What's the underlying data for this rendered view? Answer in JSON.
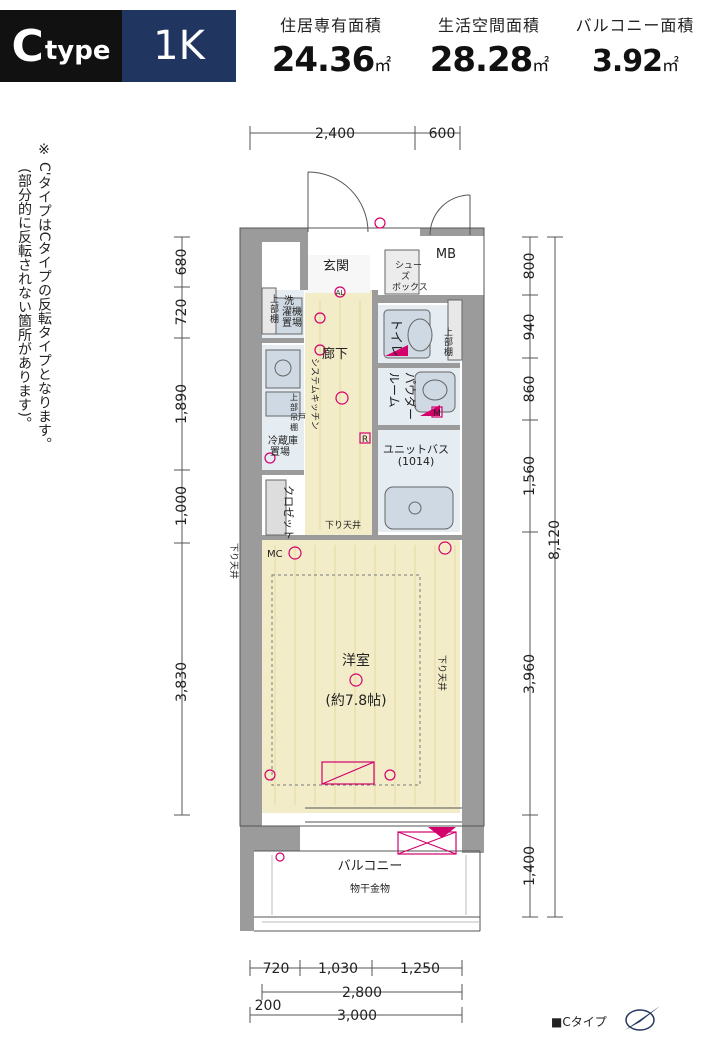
{
  "header": {
    "type_letter": "C",
    "type_suffix": "type",
    "layout": "1K"
  },
  "areas": [
    {
      "label": "住居専有面積",
      "value": "24.36",
      "unit": "㎡"
    },
    {
      "label": "生活空間面積",
      "value": "28.28",
      "unit": "㎡"
    },
    {
      "label": "バルコニー面積",
      "value": "3.92",
      "unit": "㎡"
    }
  ],
  "note": {
    "mark": "※",
    "line1": "C'タイプはCタイプの反転タイプとなります。",
    "line2": "(部分的に反転されない箇所があります)。"
  },
  "dims": {
    "top": [
      "2,400",
      "600"
    ],
    "left": [
      "680",
      "720",
      "1,890",
      "1,000",
      "3,830"
    ],
    "right": [
      "800",
      "940",
      "860",
      "1,560",
      "3,960",
      "1,400"
    ],
    "right_total": "8,120",
    "bottom_row1": [
      "720",
      "1,030",
      "1,250"
    ],
    "bottom_row2": "2,800",
    "bottom_row3_left": "200",
    "bottom_row3": "3,000"
  },
  "rooms": {
    "entrance": "玄関",
    "shoebox": [
      "シュー",
      "ズ",
      "ボックス"
    ],
    "mb": "MB",
    "corridor": "廊下",
    "upper_cab": [
      "上",
      "部",
      "棚"
    ],
    "laundry": [
      "洗",
      "濯機",
      "置場"
    ],
    "toilet": "トイレ",
    "powder": [
      "パウダー",
      "ルーム"
    ],
    "kitchen": "システムキッチン",
    "upper_cab2": [
      "上",
      "部",
      "吊戸",
      "棚"
    ],
    "fridge": [
      "冷蔵庫",
      "置場"
    ],
    "unit_bath": [
      "ユニットバス",
      "(1014)"
    ],
    "closet": "クロゼット",
    "drop_ceiling": "下り天井",
    "drop_ceiling_v": "下り天井",
    "mc": "MC",
    "western": "洋室",
    "western_size": "(約7.8帖)",
    "balcony": "バルコニー",
    "drying": "物干金物",
    "label_r": "R",
    "label_m": "M",
    "label_al": "AL"
  },
  "footer": {
    "label": "■Cタイプ"
  },
  "colors": {
    "floor": "#f3ecc8",
    "wall": "#9b9b9b",
    "wet": "#e5ecf2",
    "fixture": "#cfd9e3",
    "accent": "#d3006b",
    "header_dark": "#111111",
    "header_navy": "#203560"
  }
}
